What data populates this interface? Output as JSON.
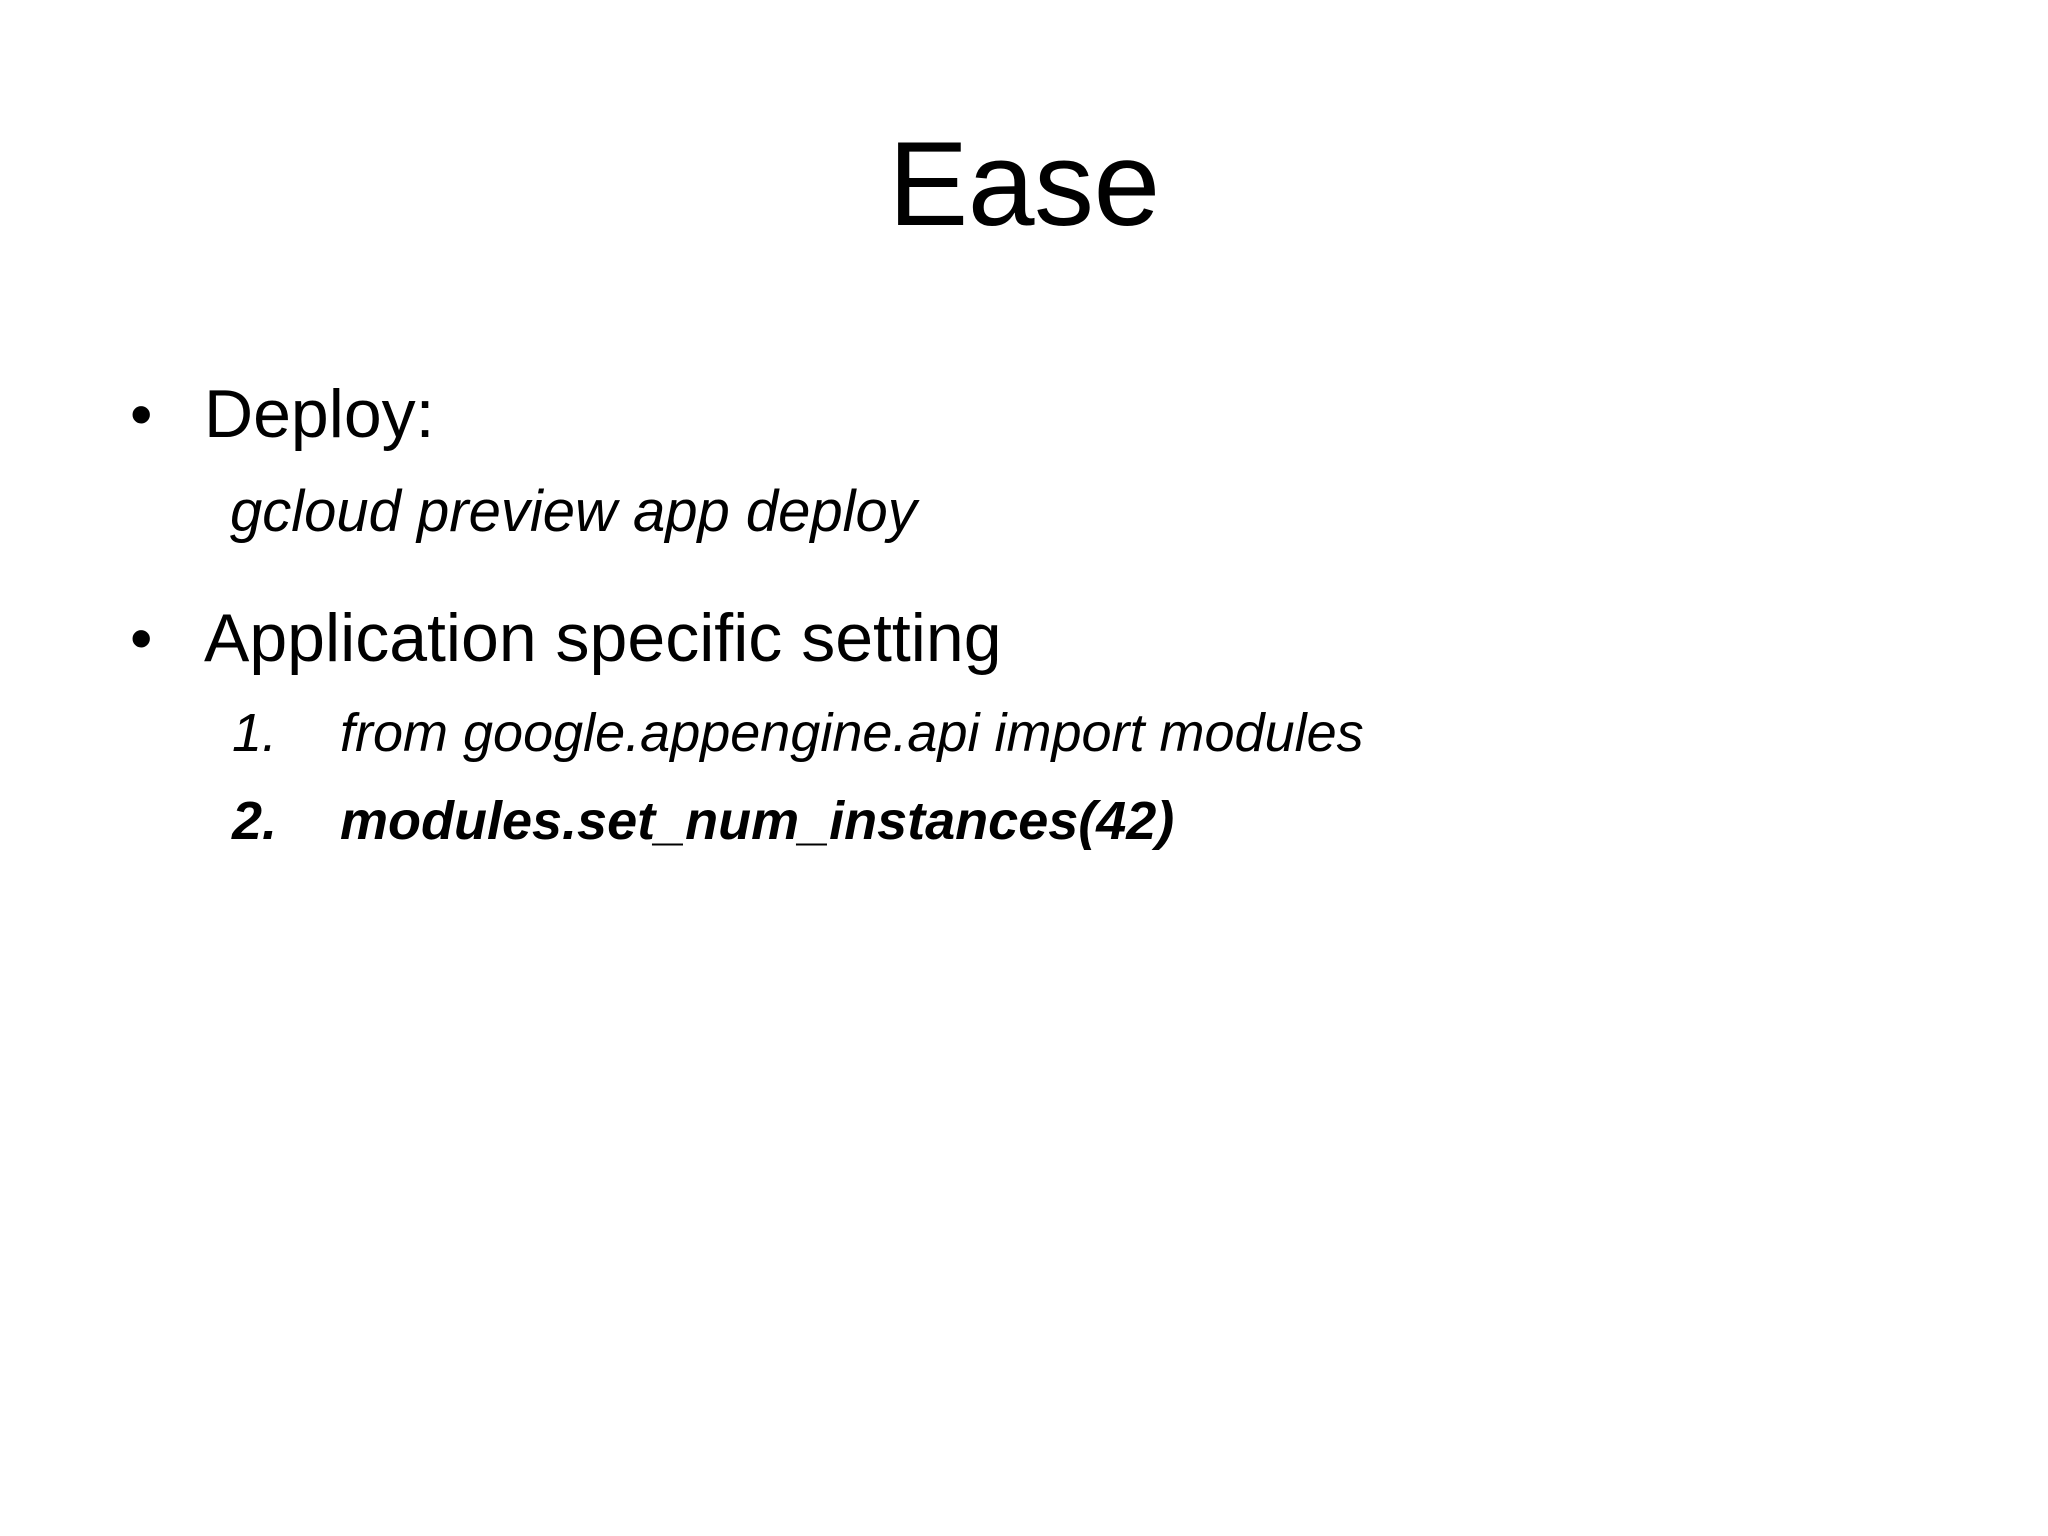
{
  "slide": {
    "background_color": "#ffffff",
    "text_color": "#000000",
    "title": "Ease",
    "bullet_glyph": "•",
    "content": [
      {
        "kind": "bullet",
        "level": 1,
        "text": "Deploy:"
      },
      {
        "kind": "code-line",
        "level": 2,
        "text": "gcloud preview app deploy",
        "style": "italic"
      },
      {
        "kind": "bullet",
        "level": 1,
        "text": "Application specific setting"
      },
      {
        "kind": "numbered",
        "level": 2,
        "marker": "1.",
        "text": "from google.appengine.api import modules",
        "style": "italic"
      },
      {
        "kind": "numbered",
        "level": 2,
        "marker": "2.",
        "text": "modules.set_num_instances(42)",
        "style": "bold-italic"
      }
    ]
  }
}
